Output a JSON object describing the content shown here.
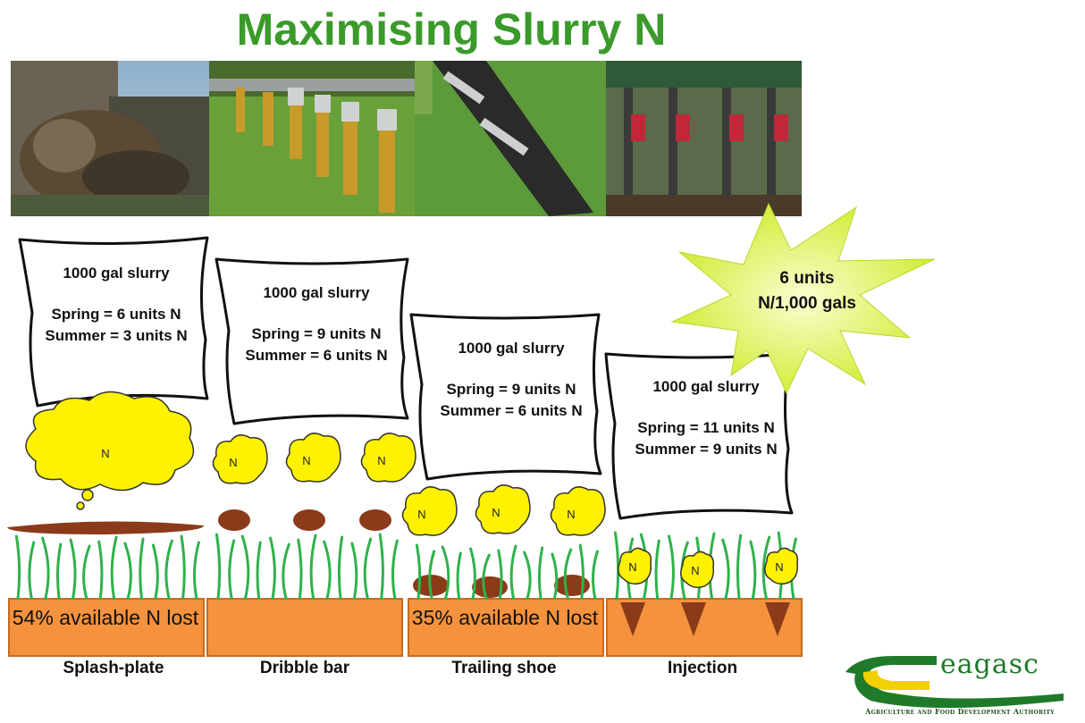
{
  "title": "Maximising Slurry N",
  "methods": [
    {
      "label": "Splash-plate",
      "note_heading": "1000 gal slurry",
      "spring": "Spring = 6 units N",
      "summer": "Summer = 3 units N",
      "loss_label": "54% available N lost",
      "n_symbol": "N"
    },
    {
      "label": "Dribble bar",
      "note_heading": "1000 gal slurry",
      "spring": "Spring = 9 units N",
      "summer": "Summer = 6 units N",
      "n_symbol": "N"
    },
    {
      "label": "Trailing shoe",
      "note_heading": "1000 gal slurry",
      "spring": "Spring = 9 units N",
      "summer": "Summer = 6 units N",
      "loss_label": "35% available N lost",
      "n_symbol": "N"
    },
    {
      "label": "Injection",
      "note_heading": "1000 gal slurry",
      "spring": "Spring = 11 units N",
      "summer": "Summer = 9 units N",
      "n_symbol": "N"
    }
  ],
  "burst": {
    "line1": "6 units",
    "line2": "N/1,000 gals"
  },
  "logo": {
    "name": "eagasc",
    "tagline": "Agriculture and Food Development Authority"
  },
  "colors": {
    "title_green": "#3a9a2a",
    "soil_orange": "#f5923e",
    "cloud_yellow": "#fff200",
    "grass_green": "#2fb24a",
    "slurry_brown": "#8b3a1a",
    "burst_green": "#e6f56a"
  },
  "icons": [
    "speech-note",
    "cloud",
    "grass",
    "slurry-blob",
    "starburst",
    "teagasc-logo"
  ]
}
